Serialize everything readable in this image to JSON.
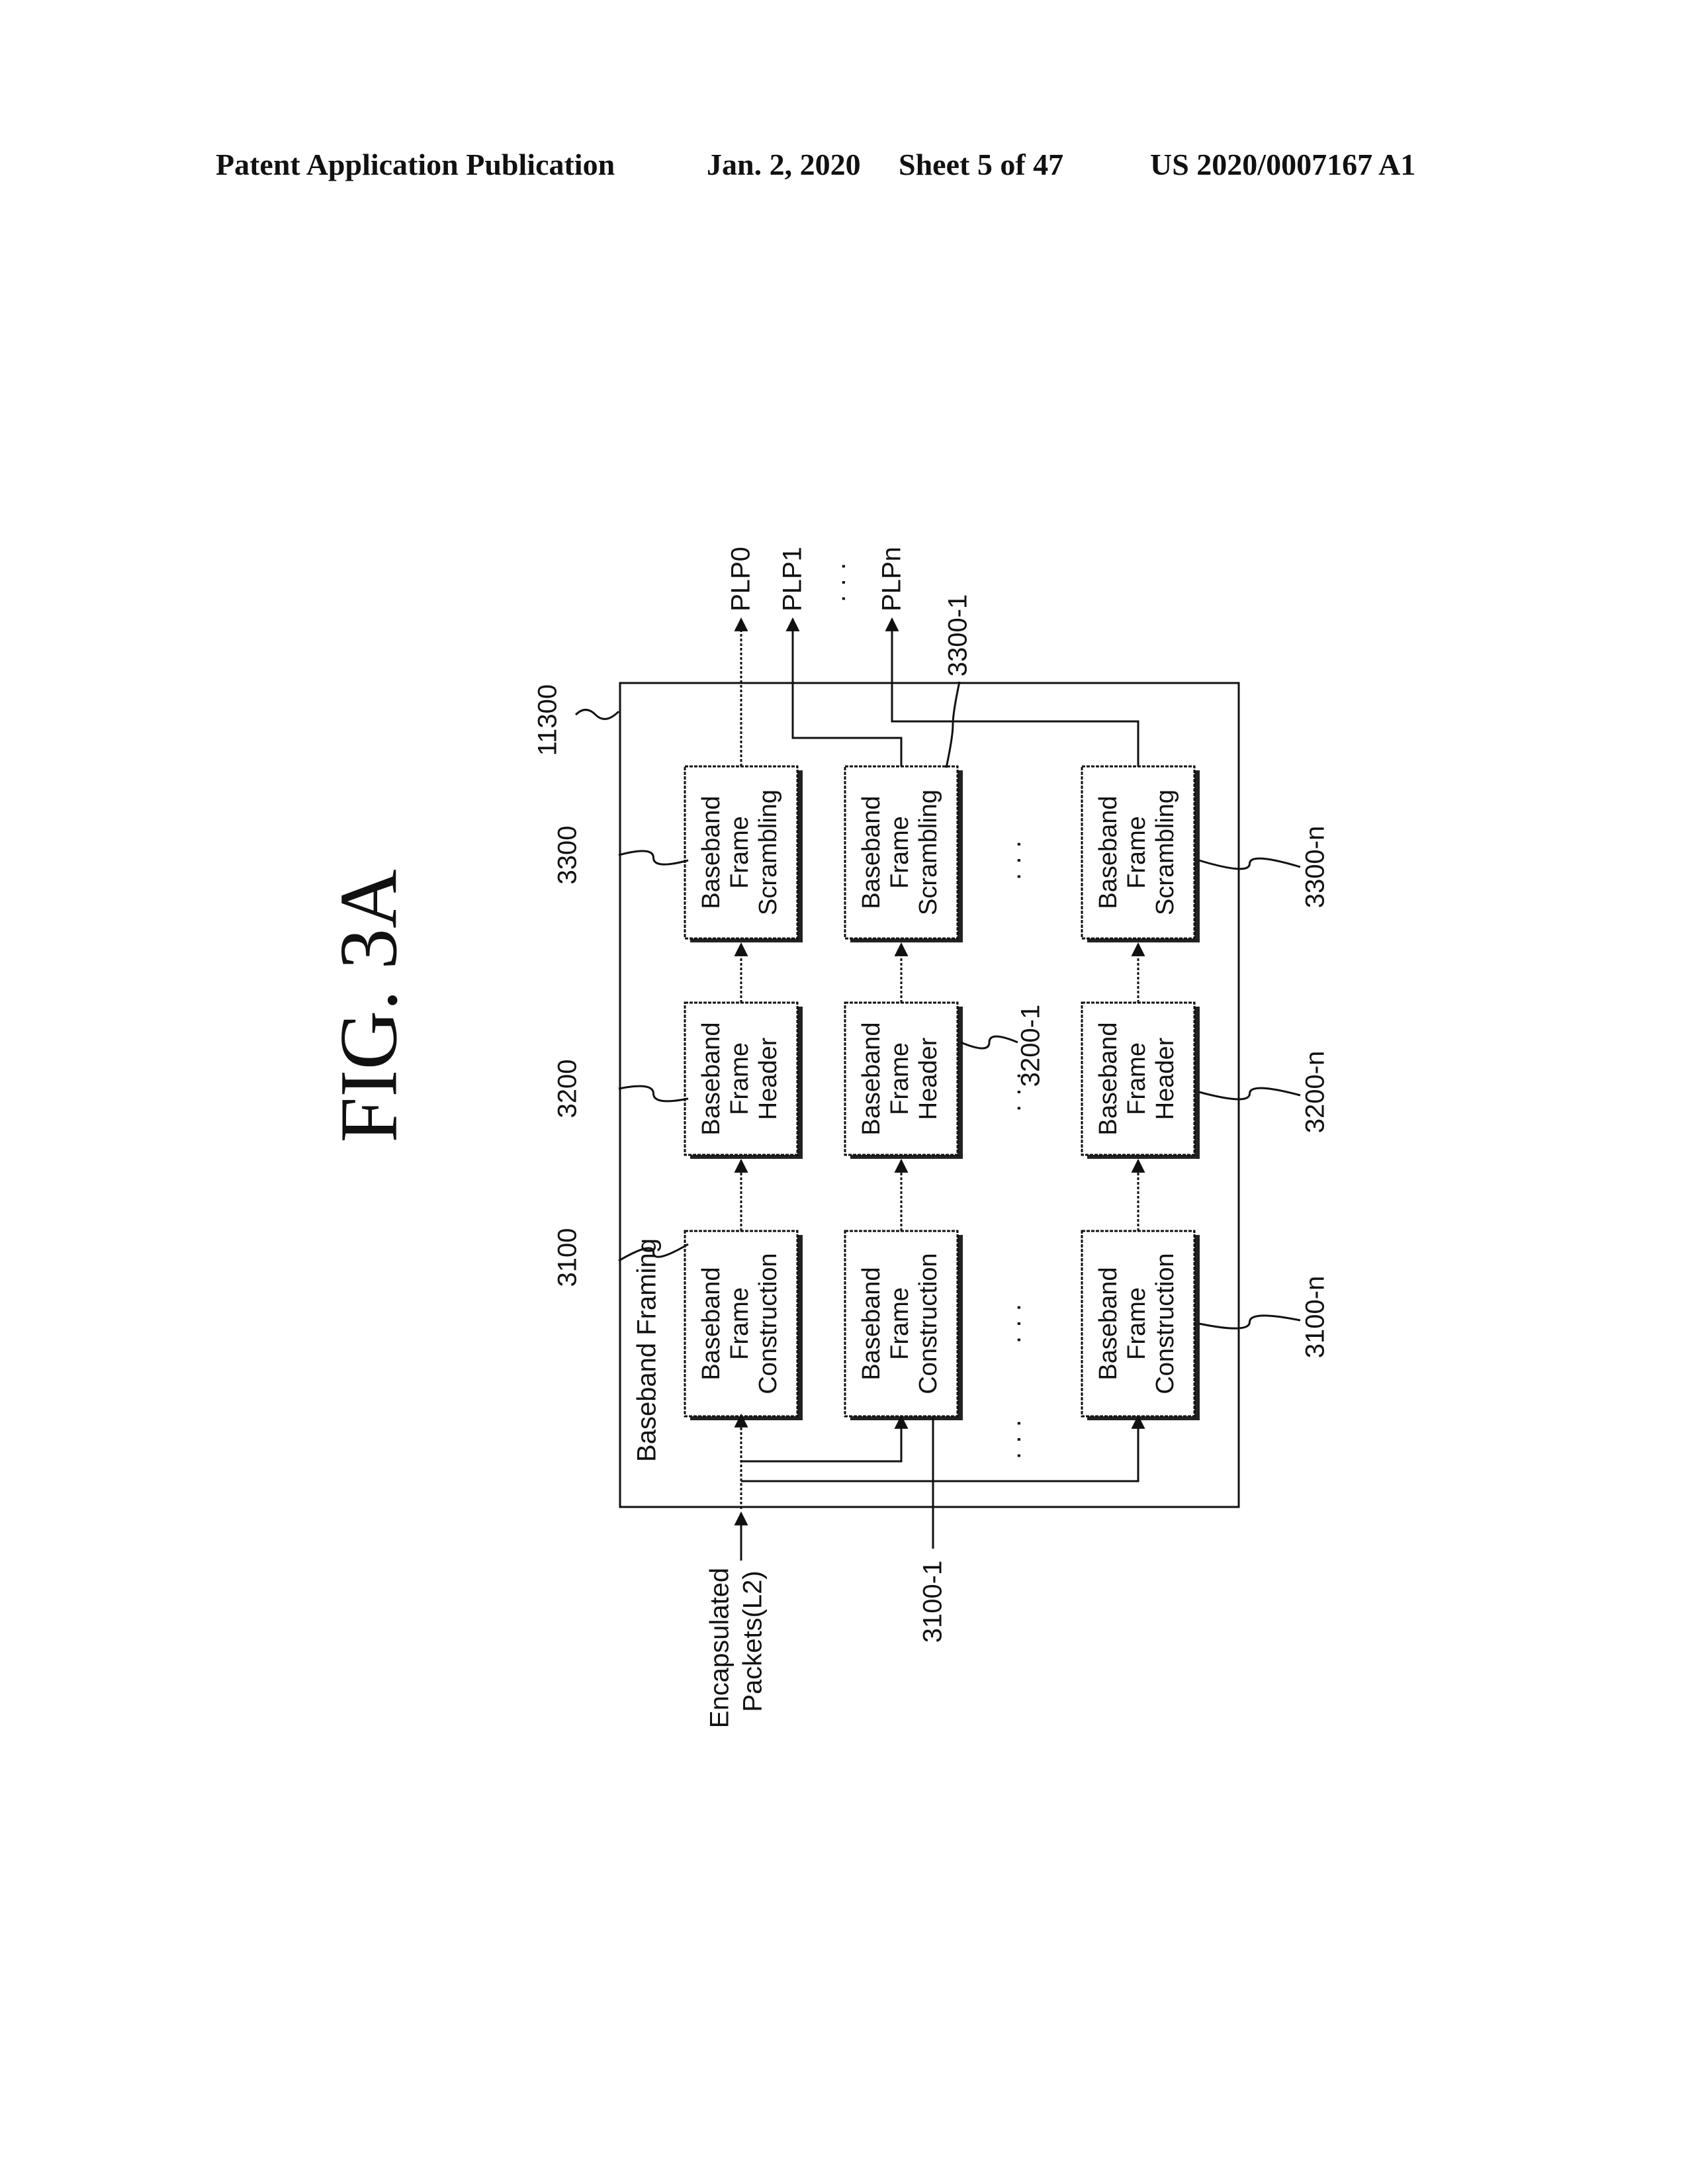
{
  "header": {
    "publication": "Patent Application Publication",
    "date": "Jan. 2, 2020",
    "sheet": "Sheet 5 of 47",
    "number": "US 2020/0007167 A1"
  },
  "figure": {
    "title": "FIG. 3A",
    "group_label": "Baseband Framing",
    "group_ref": "11300",
    "input_label_1": "Encapsulated",
    "input_label_2": "Packets(L2)",
    "blocks": {
      "construction": [
        "Baseband",
        "Frame",
        "Construction"
      ],
      "header": [
        "Baseband",
        "Frame",
        "Header"
      ],
      "scrambling": [
        "Baseband",
        "Frame",
        "Scrambling"
      ]
    },
    "refs": {
      "c0": "3100",
      "h0": "3200",
      "s0": "3300",
      "c1": "3100-1",
      "h1": "3200-1",
      "s1": "3300-1",
      "cn": "3100-n",
      "hn": "3200-n",
      "sn": "3300-n"
    },
    "outputs": [
      "PLP0",
      "PLP1",
      "PLPn"
    ],
    "ellipsis": "· · ·"
  }
}
